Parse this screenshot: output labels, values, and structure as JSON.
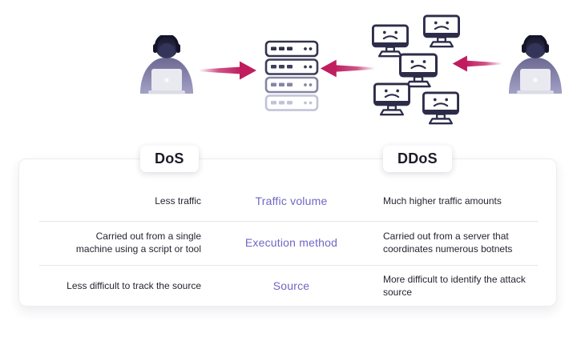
{
  "colors": {
    "accent_purple": "#6F66C4",
    "accent_crimson": "#C01D5F",
    "navy": "#2C2C4A"
  },
  "icons": {
    "left_attacker": "hacker-at-laptop-icon",
    "right_attacker": "hacker-at-laptop-icon",
    "server": "server-rack-icon",
    "victims": "sad-monitor-icon",
    "arrows": "attack-arrow-icon"
  },
  "table": {
    "headers": {
      "dos": "DoS",
      "ddos": "DDoS"
    },
    "rows": [
      {
        "dos": "Less traffic",
        "label": "Traffic volume",
        "ddos": "Much higher traffic amounts"
      },
      {
        "dos": "Carried out from a single machine using a script or tool",
        "label": "Execution method",
        "ddos": "Carried out from a server that coordinates numerous botnets"
      },
      {
        "dos": "Less difficult to track the source",
        "label": "Source",
        "ddos": "More difficult to identify the attack source"
      }
    ]
  }
}
